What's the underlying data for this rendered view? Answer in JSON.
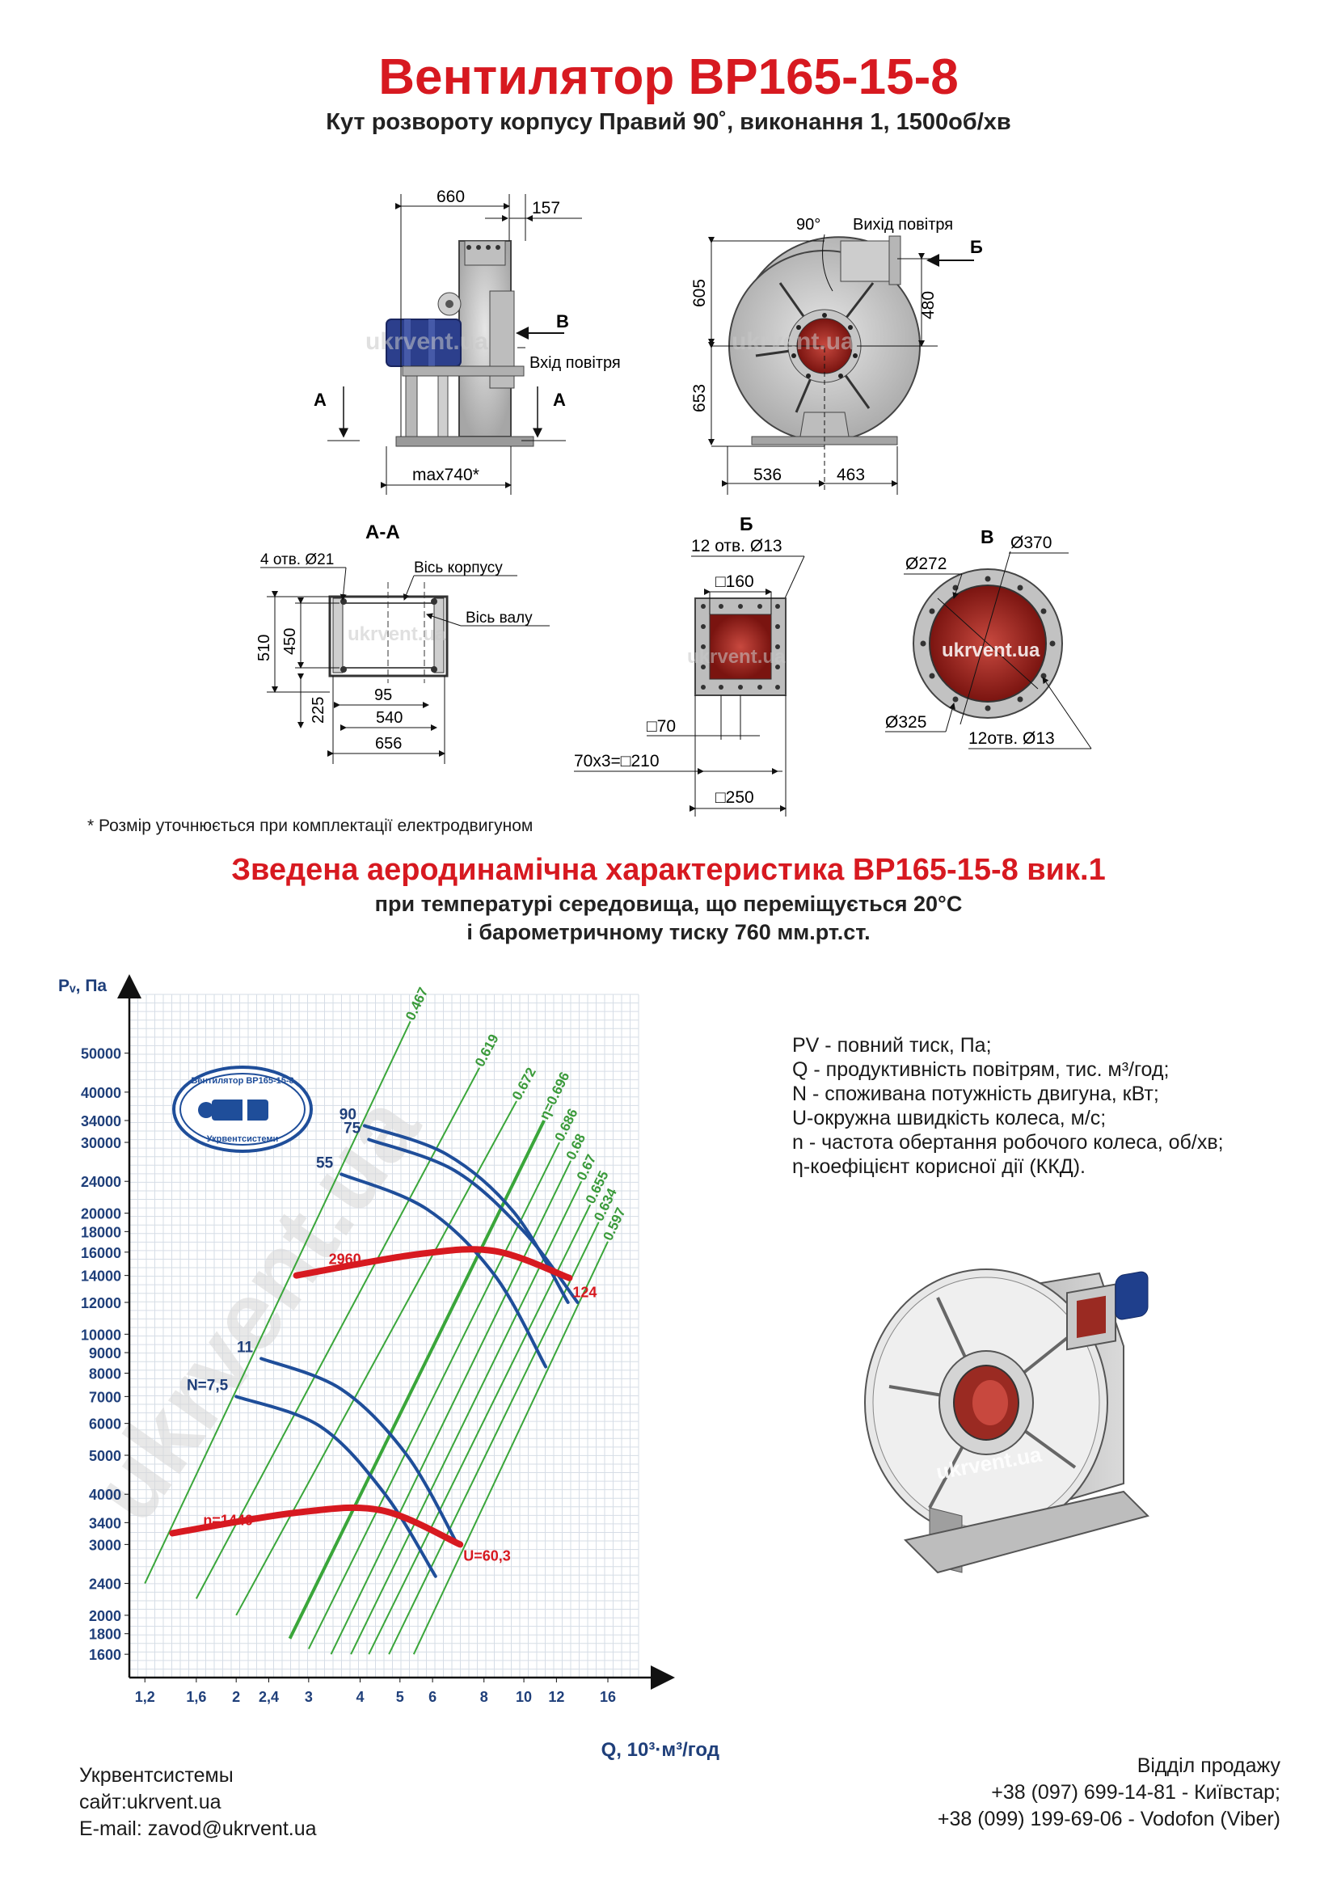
{
  "header": {
    "title": "Вентилятор ВР165-15-8",
    "subtitle": "Кут розвороту корпусу Правий 90˚, виконання 1, 1500об/хв"
  },
  "drawings": {
    "side_view": {
      "dim_top": "660",
      "dim_top_right": "157",
      "dim_bottom": "max740*",
      "label_v": "В",
      "air_inlet": "Вхід повітря",
      "section_mark_left": "А",
      "section_mark_right": "А"
    },
    "front_view": {
      "angle": "90°",
      "air_outlet": "Вихід повітря",
      "label_b": "Б",
      "dim_605": "605",
      "dim_653": "653",
      "dim_480": "480",
      "dim_536": "536",
      "dim_463": "463"
    },
    "section_aa": {
      "title": "А-А",
      "holes": "4 отв. Ø21",
      "housing_axis": "Вісь корпусу",
      "shaft_axis": "Вісь валу",
      "dim_510": "510",
      "dim_450": "450",
      "dim_225": "225",
      "dim_95": "95",
      "dim_540": "540",
      "dim_656": "656"
    },
    "view_b": {
      "title": "Б",
      "holes": "12 отв.  Ø13",
      "dim_160": "□160",
      "dim_70": "□70",
      "dim_210": "70х3=□210",
      "dim_250": "□250"
    },
    "view_v": {
      "title": "В",
      "d370": "Ø370",
      "d272": "Ø272",
      "d325": "Ø325",
      "holes": "12отв.  Ø13"
    },
    "watermark": "ukrvent.ua"
  },
  "footnote": "* Розмір уточнюється при комплектації електродвигуном",
  "section": {
    "title": "Зведена аеродинамічна характеристика ВР165-15-8 вик.1",
    "sub1": "при температурі середовища, що переміщується 20°С",
    "sub2": "і барометричному тиску 760 мм.рт.ст."
  },
  "legend": [
    "PV - повний тиск, Па;",
    "Q - продуктивність повітрям, тис. м³/год;",
    "N - споживана потужність двигуна, кВт;",
    "U-окружна швидкість колеса, м/с;",
    "n - частота обертання робочого колеса, об/хв;",
    "η-коефіцієнт корисної дії (ККД)."
  ],
  "chart_data": {
    "type": "line",
    "xlabel": "Q, 10³·м³/год",
    "ylabel": "Pᵥ, Па",
    "x_scale": "log",
    "y_scale": "log",
    "x_ticks": [
      "1,2",
      "1,6",
      "2",
      "2,4",
      "3",
      "4",
      "5",
      "6",
      "8",
      "10",
      "12",
      "16"
    ],
    "x_tick_values": [
      1.2,
      1.6,
      2,
      2.4,
      3,
      4,
      5,
      6,
      8,
      10,
      12,
      16
    ],
    "y_ticks": [
      "50000",
      "40000",
      "34000",
      "30000",
      "24000",
      "20000",
      "18000",
      "16000",
      "14000",
      "12000",
      "10000",
      "9000",
      "8000",
      "7000",
      "6000",
      "5000",
      "4000",
      "3400",
      "3000",
      "2400",
      "2000",
      "1800",
      "1600"
    ],
    "y_tick_values": [
      50000,
      40000,
      34000,
      30000,
      24000,
      20000,
      18000,
      16000,
      14000,
      12000,
      10000,
      9000,
      8000,
      7000,
      6000,
      5000,
      4000,
      3400,
      3000,
      2400,
      2000,
      1800,
      1600
    ],
    "xlim": [
      1.1,
      19
    ],
    "ylim": [
      1400,
      70000
    ],
    "grid": true,
    "logo": {
      "line1": "Вентилятор ВР165-15-8",
      "line2": "Укрвентсистеми"
    },
    "series": [
      {
        "name": "90",
        "group": "power",
        "color": "#1f4e9a",
        "points": [
          [
            4.1,
            33000
          ],
          [
            6.5,
            28000
          ],
          [
            9.5,
            20000
          ],
          [
            12.8,
            12000
          ]
        ]
      },
      {
        "name": "75",
        "group": "power",
        "color": "#1f4e9a",
        "points": [
          [
            4.2,
            30500
          ],
          [
            6.8,
            25500
          ],
          [
            10,
            18000
          ],
          [
            13.5,
            12000
          ]
        ]
      },
      {
        "name": "55",
        "group": "power",
        "color": "#1f4e9a",
        "points": [
          [
            3.6,
            25000
          ],
          [
            5.8,
            20500
          ],
          [
            8.5,
            14000
          ],
          [
            11.3,
            8300
          ]
        ]
      },
      {
        "name": "11",
        "group": "power",
        "color": "#1f4e9a",
        "points": [
          [
            2.3,
            8700
          ],
          [
            3.6,
            7300
          ],
          [
            5.2,
            5000
          ],
          [
            6.9,
            3000
          ]
        ]
      },
      {
        "name": "N=7,5",
        "group": "power",
        "color": "#1f4e9a",
        "points": [
          [
            2.0,
            7000
          ],
          [
            3.2,
            5900
          ],
          [
            4.6,
            4000
          ],
          [
            6.1,
            2500
          ]
        ]
      },
      {
        "name": "n=2960",
        "group": "speed",
        "color": "#d71920",
        "points": [
          [
            2.8,
            14000
          ],
          [
            5.5,
            15800
          ],
          [
            8.5,
            16100
          ],
          [
            12.9,
            13800
          ]
        ]
      },
      {
        "name": "n=1440",
        "group": "speed",
        "color": "#d71920",
        "points": [
          [
            1.4,
            3200
          ],
          [
            2.8,
            3600
          ],
          [
            4.5,
            3650
          ],
          [
            7.0,
            3000
          ]
        ]
      }
    ],
    "efficiency_lines": [
      {
        "name": "0.467",
        "color": "#3aa63a",
        "points": [
          [
            1.2,
            2400
          ],
          [
            5.3,
            60000
          ]
        ]
      },
      {
        "name": "0.619",
        "color": "#3aa63a",
        "points": [
          [
            1.6,
            2200
          ],
          [
            7.8,
            46000
          ]
        ]
      },
      {
        "name": "0.672",
        "color": "#3aa63a",
        "points": [
          [
            2.0,
            2000
          ],
          [
            9.6,
            38000
          ]
        ]
      },
      {
        "name": "η=0.696",
        "color": "#3aa63a",
        "points": [
          [
            2.7,
            1750
          ],
          [
            11.2,
            34000
          ]
        ]
      },
      {
        "name": "0.686",
        "color": "#3aa63a",
        "points": [
          [
            3.0,
            1650
          ],
          [
            12.2,
            30000
          ]
        ]
      },
      {
        "name": "0.68",
        "color": "#3aa63a",
        "points": [
          [
            3.4,
            1600
          ],
          [
            13.0,
            27000
          ]
        ]
      },
      {
        "name": "0.67",
        "color": "#3aa63a",
        "points": [
          [
            3.8,
            1600
          ],
          [
            13.8,
            24000
          ]
        ]
      },
      {
        "name": "0.655",
        "color": "#3aa63a",
        "points": [
          [
            4.2,
            1600
          ],
          [
            14.5,
            21000
          ]
        ]
      },
      {
        "name": "0.634",
        "color": "#3aa63a",
        "points": [
          [
            4.7,
            1600
          ],
          [
            15.2,
            19000
          ]
        ]
      },
      {
        "name": "0.597",
        "color": "#3aa63a",
        "points": [
          [
            5.4,
            1600
          ],
          [
            16.0,
            17000
          ]
        ]
      }
    ],
    "annotations": {
      "n_high": "2960",
      "n_low": "n=1440",
      "u_high": "124",
      "u_low": "U=60,3"
    }
  },
  "footer": {
    "company": "Укрвентсистемы",
    "site": "сайт:ukrvent.ua",
    "email": "E-mail: zavod@ukrvent.ua",
    "sales_title": "Відділ продажу",
    "phone1": "+38 (097) 699-14-81 - Київстар;",
    "phone2": "+38 (099) 199-69-06 - Vodofon (Viber)"
  }
}
